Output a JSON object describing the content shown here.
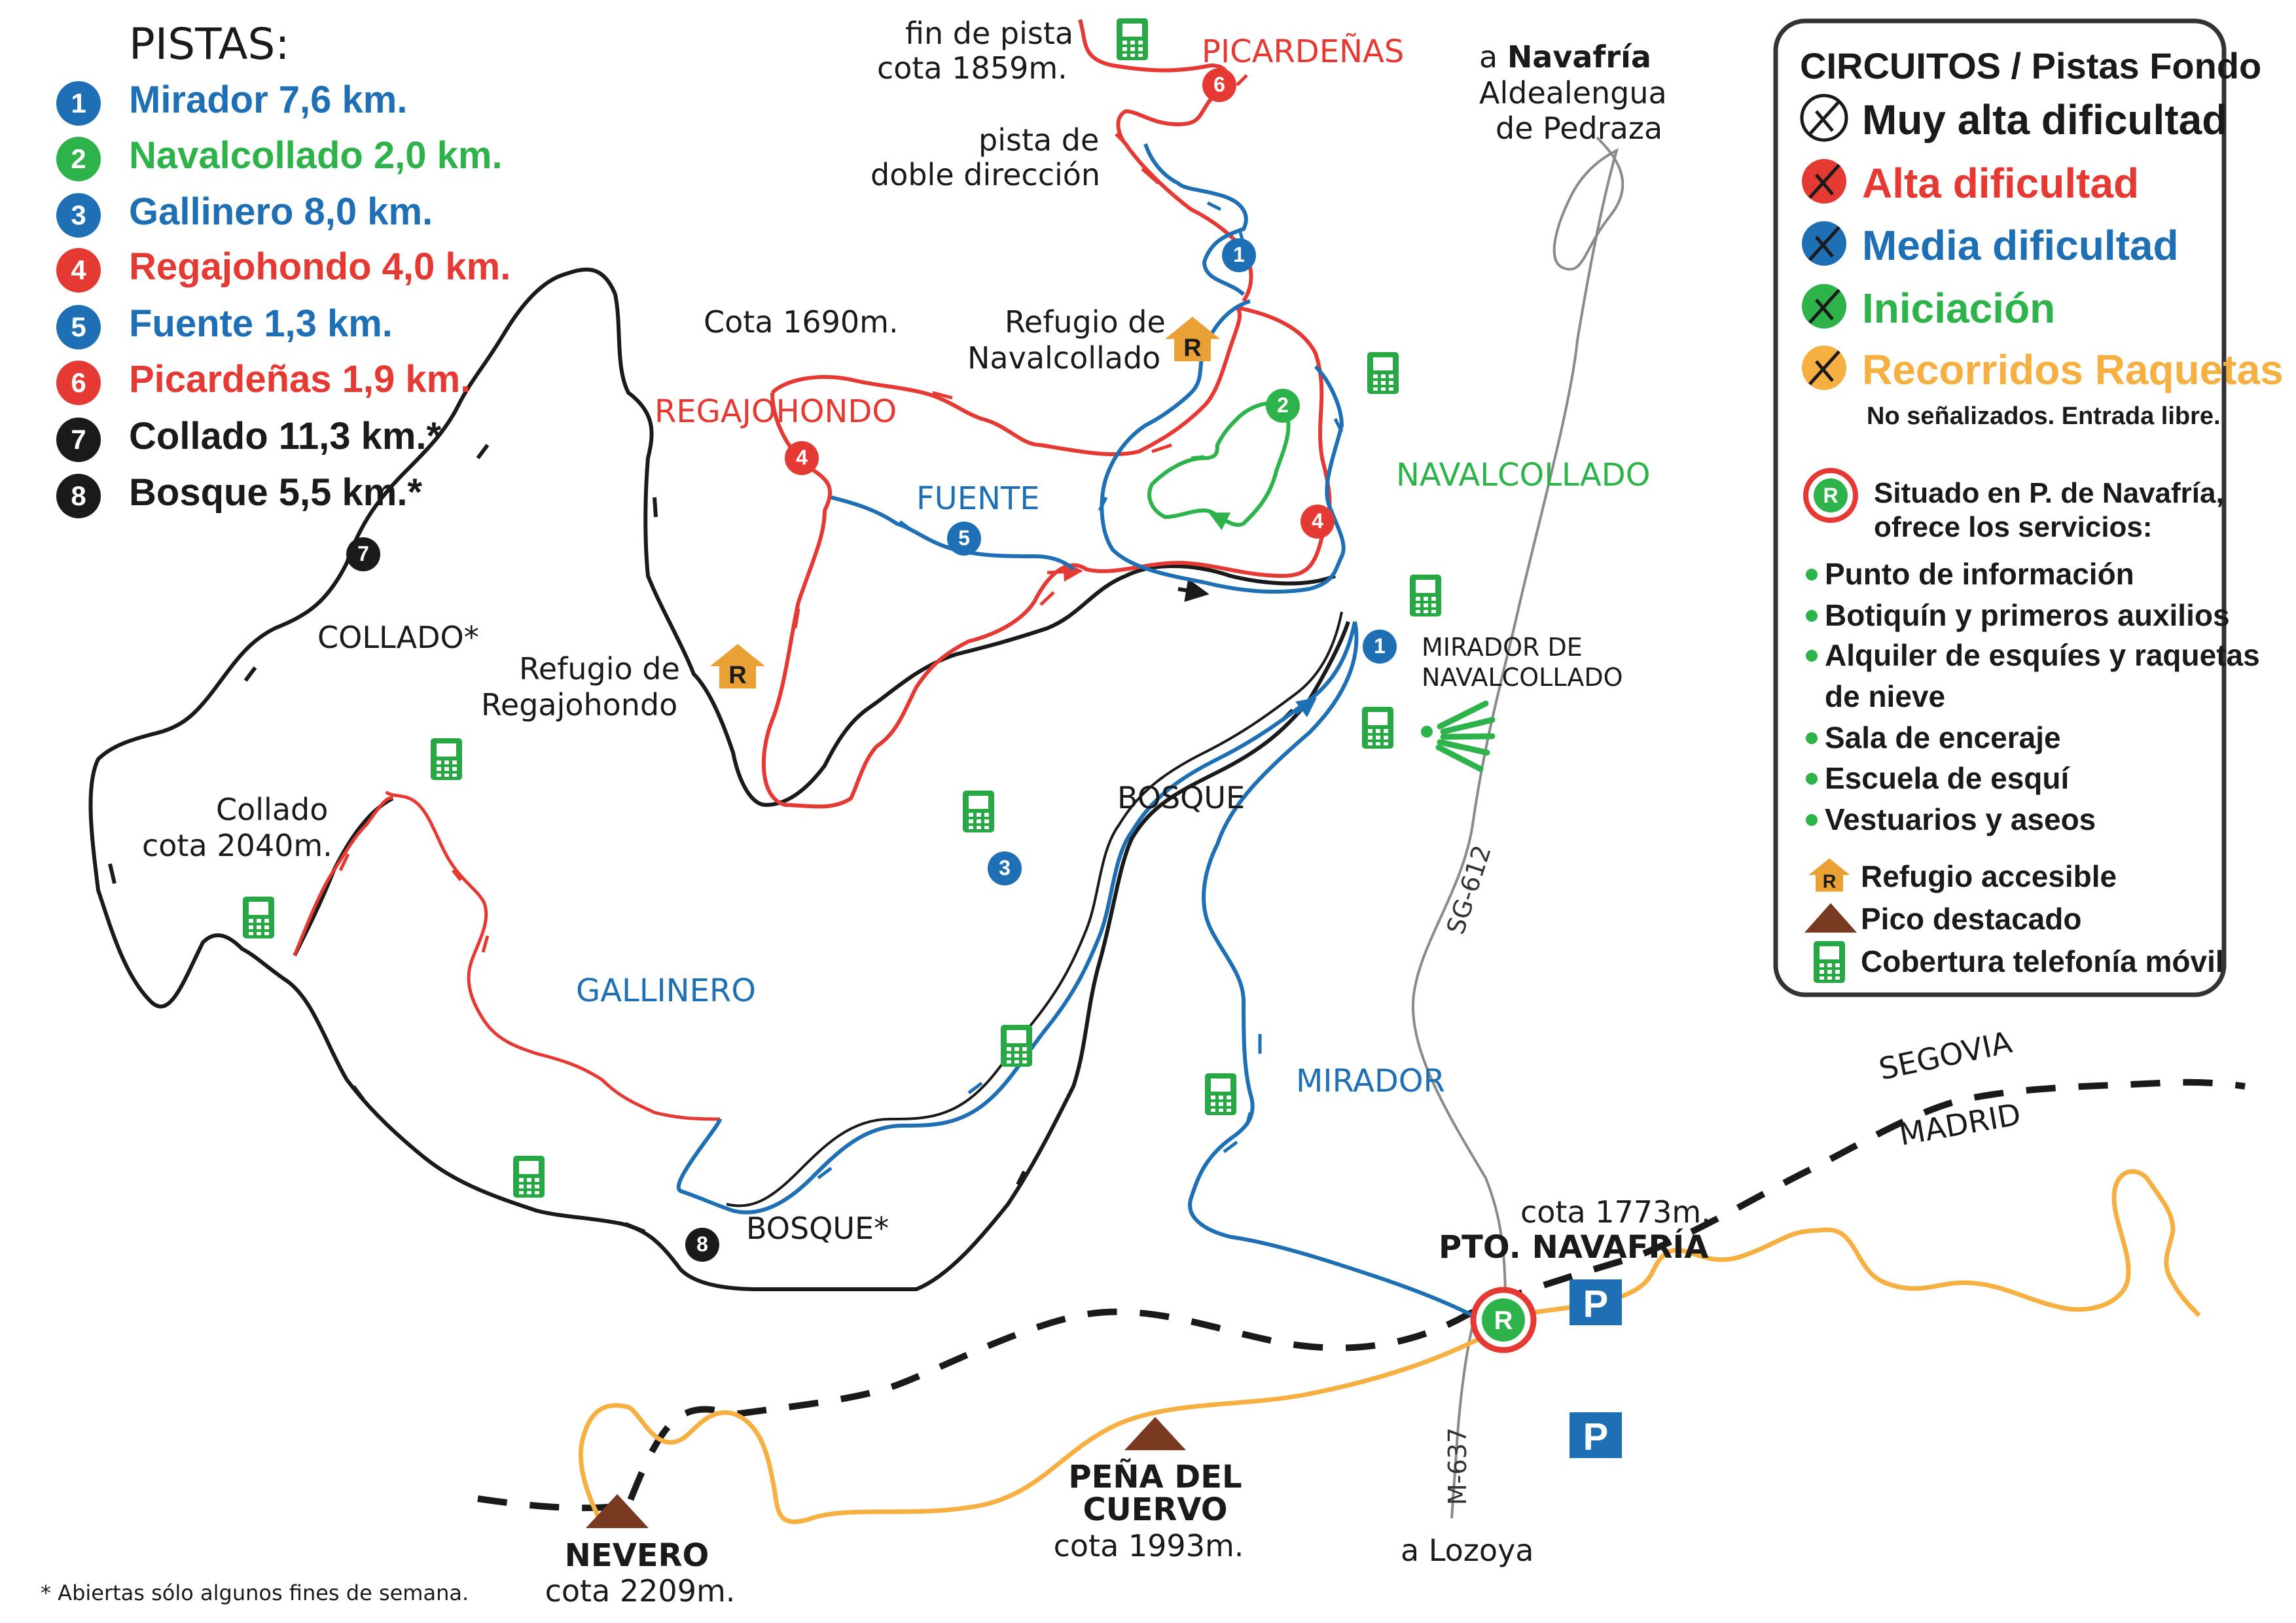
{
  "colors": {
    "black": "#1a1a1a",
    "blue": "#1f6fb5",
    "red": "#e53a33",
    "green": "#2db34a",
    "orange": "#f5b041",
    "brown": "#7a3a22",
    "gray": "#8a8a8a",
    "phone": "#27a844"
  },
  "pistas": {
    "title": "PISTAS:",
    "items": [
      {
        "num": "1",
        "label": "Mirador 7,6 km.",
        "color": "blue"
      },
      {
        "num": "2",
        "label": "Navalcollado 2,0 km.",
        "color": "green"
      },
      {
        "num": "3",
        "label": "Gallinero 8,0 km.",
        "color": "blue"
      },
      {
        "num": "4",
        "label": "Regajohondo 4,0 km.",
        "color": "red"
      },
      {
        "num": "5",
        "label": "Fuente 1,3 km.",
        "color": "blue"
      },
      {
        "num": "6",
        "label": "Picardeñas 1,9 km.",
        "color": "red"
      },
      {
        "num": "7",
        "label": "Collado 11,3 km.*",
        "color": "black"
      },
      {
        "num": "8",
        "label": "Bosque 5,5 km.*",
        "color": "black"
      }
    ]
  },
  "footnote": "* Abiertas sólo algunos fines de semana.",
  "legend": {
    "title": "CIRCUITOS / Pistas Fondo",
    "difficulty": [
      {
        "label": "Muy alta dificultad",
        "color": "black",
        "icon": "skier-icon"
      },
      {
        "label": "Alta dificultad",
        "color": "red",
        "icon": "skier-icon"
      },
      {
        "label": "Media dificultad",
        "color": "blue",
        "icon": "skier-icon"
      },
      {
        "label": "Iniciación",
        "color": "green",
        "icon": "skier-icon"
      },
      {
        "label": "Recorridos Raquetas",
        "color": "orange",
        "icon": "snowshoe-icon"
      }
    ],
    "raquetas_note": "No señalizados. Entrada libre.",
    "services_title_1": "Situado en P. de Navafría,",
    "services_title_2": "ofrece los servicios:",
    "services": [
      "Punto de información",
      "Botiquín y primeros auxilios",
      "Alquiler de esquíes y raquetas",
      "de nieve",
      "Sala de enceraje",
      "Escuela de esquí",
      "Vestuarios y aseos"
    ],
    "symbols": [
      {
        "label": "Refugio accesible",
        "icon": "refuge-icon"
      },
      {
        "label": "Pico destacado",
        "icon": "peak-icon"
      },
      {
        "label": "Cobertura telefonía móvil",
        "icon": "phone-coverage-icon"
      }
    ]
  },
  "labels": {
    "fin_pista_1": "fin de pista",
    "fin_pista_2": "cota 1859m.",
    "picardenas": "PICARDEÑAS",
    "doble_1": "pista de",
    "doble_2": "doble dirección",
    "a_prefix": "a ",
    "navafria": "Navafría",
    "aldealengua": "Aldealengua",
    "pedraza": "de Pedraza",
    "cota1690": "Cota 1690m.",
    "refugio_naval_1": "Refugio de",
    "refugio_naval_2": "Navalcollado",
    "regajohondo": "REGAJOHONDO",
    "fuente": "FUENTE",
    "navalcollado": "NAVALCOLLADO",
    "collado_upper": "COLLADO*",
    "refugio_rega_1": "Refugio de",
    "refugio_rega_2": "Regajohondo",
    "mirador_nav_1": "MIRADOR DE",
    "mirador_nav_2": "NAVALCOLLADO",
    "bosque_upper": "BOSQUE",
    "collado_cota_1": "Collado",
    "collado_cota_2": "cota 2040m.",
    "sg612": "SG-612",
    "gallinero": "GALLINERO",
    "mirador": "MIRADOR",
    "segovia": "SEGOVIA",
    "madrid": "MADRID",
    "cota1773": "cota 1773m.",
    "pto_navafria": "PTO. NAVAFRÍA",
    "bosque_lower": "BOSQUE*",
    "m637": "M-637",
    "a_lozoya": "a Lozoya",
    "pena_1": "PEÑA DEL",
    "pena_2": "CUERVO",
    "pena_cota": "cota 1993m.",
    "nevero": "NEVERO",
    "nevero_cota": "cota 2209m.",
    "refuge_letter": "R",
    "parking_letter": "P"
  }
}
